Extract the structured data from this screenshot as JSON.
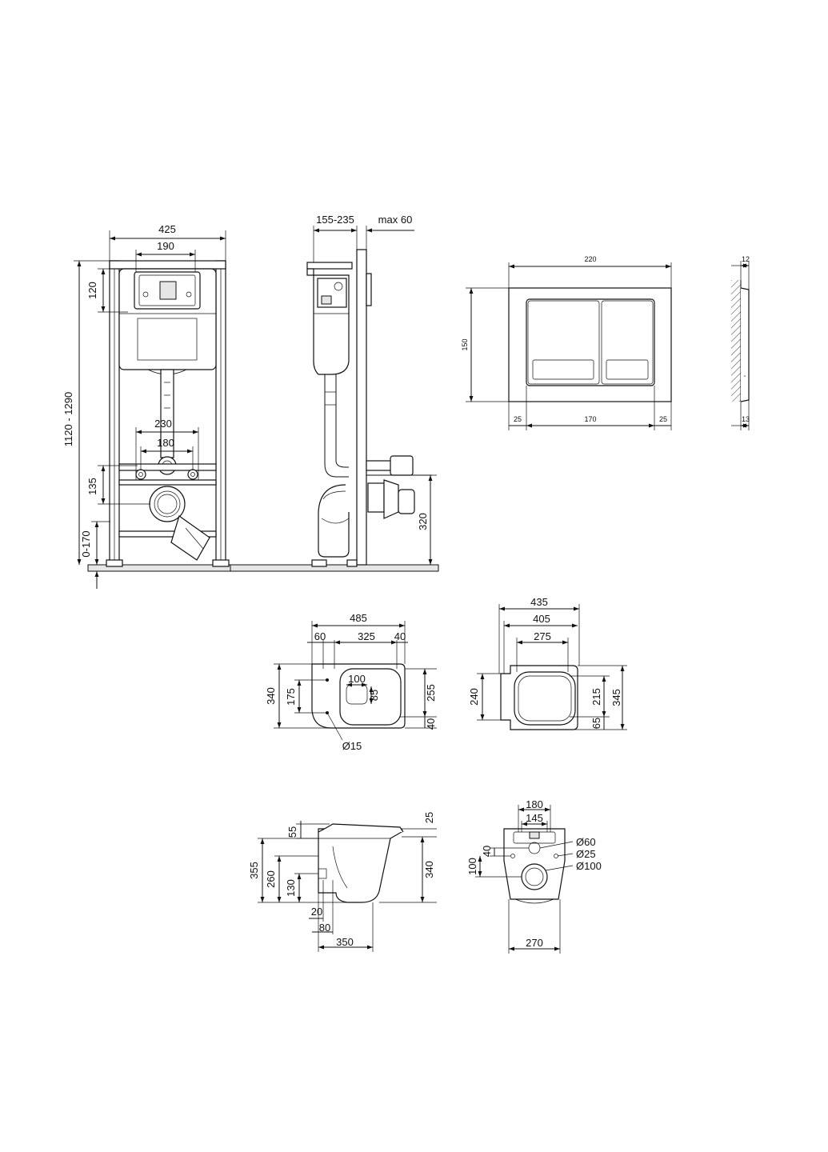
{
  "frame_front": {
    "w_total": "425",
    "w_inner": "190",
    "h_top": "120",
    "h_total": "1120 - 1290",
    "w_bolts_outer": "230",
    "w_bolts_inner": "180",
    "h_bolts": "135",
    "h_feet": "0-170"
  },
  "frame_side": {
    "depth": "155-235",
    "wall": "max 60",
    "h_outlet": "320"
  },
  "button": {
    "width": "220",
    "height": "150",
    "margin_left": "25",
    "inner": "170",
    "margin_right": "25",
    "thickness": "12",
    "depth": "13"
  },
  "bowl_top": {
    "length": "485",
    "back": "60",
    "mid": "325",
    "front": "40",
    "width": "340",
    "bolt_spacing": "175",
    "hole_w": "100",
    "hole_h": "85",
    "inner_w": "255",
    "offset": "40",
    "bolt_dia": "Ø15"
  },
  "seat_top": {
    "length": "435",
    "seat_len": "405",
    "inner_len": "275",
    "width": "240",
    "inner_w": "215",
    "total_w": "345",
    "offset": "65"
  },
  "bowl_side": {
    "d55": "55",
    "d25": "25",
    "h355": "355",
    "h260": "260",
    "h130": "130",
    "h340": "340",
    "d20": "20",
    "d80": "80",
    "len350": "350"
  },
  "bowl_back": {
    "w180": "180",
    "w145": "145",
    "h40": "40",
    "h100": "100",
    "dia60": "Ø60",
    "dia25": "Ø25",
    "dia100": "Ø100",
    "w270": "270"
  }
}
